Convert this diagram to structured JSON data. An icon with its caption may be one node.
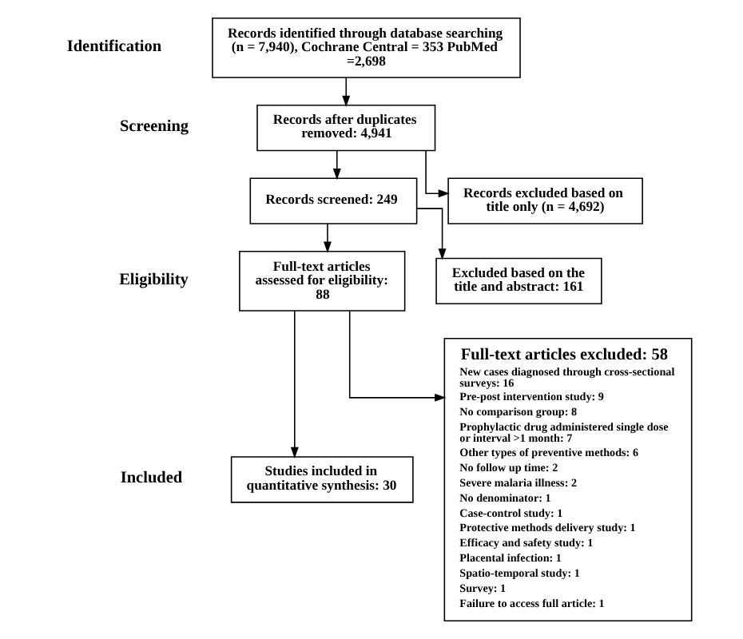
{
  "diagram": {
    "nodes": [
      {
        "text": [
          "Records identified through database searching (n = 7,940), Cochrane Central = 353 PubMed =2,698"
        ]
      },
      {
        "text": [
          "Records after duplicates removed: 4,941"
        ]
      },
      {
        "text": [
          "Records excluded based on title only (n = 4,692)"
        ]
      },
      {
        "text": [
          "Records screened: 249"
        ]
      },
      {
        "text": [
          "Excluded based on the title and abstract: 161"
        ]
      },
      {
        "text": [
          "Full-text articles assessed for eligibility: 88"
        ]
      },
      {
        "text": [
          "Full-text articles excluded: 58",
          "New cases diagnosed through cross-sectional surveys: 16",
          "Pre-post intervention study: 9",
          "No comparison group: 8",
          "Prophylactic drug administered single dose or interval >1 month: 7",
          "Other types of preventive methods: 6",
          "No follow up time: 2",
          "Severe malaria illness: 2",
          "No denominator: 1",
          "Case-control study: 1",
          "Protective methods delivery study: 1",
          "Efficacy and safety study: 1",
          "Placental infection: 1",
          "Spatio-temporal study: 1",
          "Survey: 1",
          "Failure to access full article: 1"
        ]
      },
      {
        "text": [
          "Studies included in quantitative synthesis: 30"
        ]
      }
    ],
    "edges": [
      {
        "from": 0,
        "to": 1,
        "arrow": "to"
      },
      {
        "from": 1,
        "to": 2,
        "arrow": "to"
      },
      {
        "from": 1,
        "to": 3,
        "arrow": "to"
      },
      {
        "from": 3,
        "to": 4,
        "arrow": "to"
      },
      {
        "from": 3,
        "to": 5,
        "arrow": "to"
      },
      {
        "from": 5,
        "to": 6,
        "arrow": "to"
      },
      {
        "from": 5,
        "to": 7,
        "arrow": "to"
      }
    ],
    "labels": [
      "Identification",
      "Screening",
      "Eligibility",
      "Included"
    ]
  }
}
